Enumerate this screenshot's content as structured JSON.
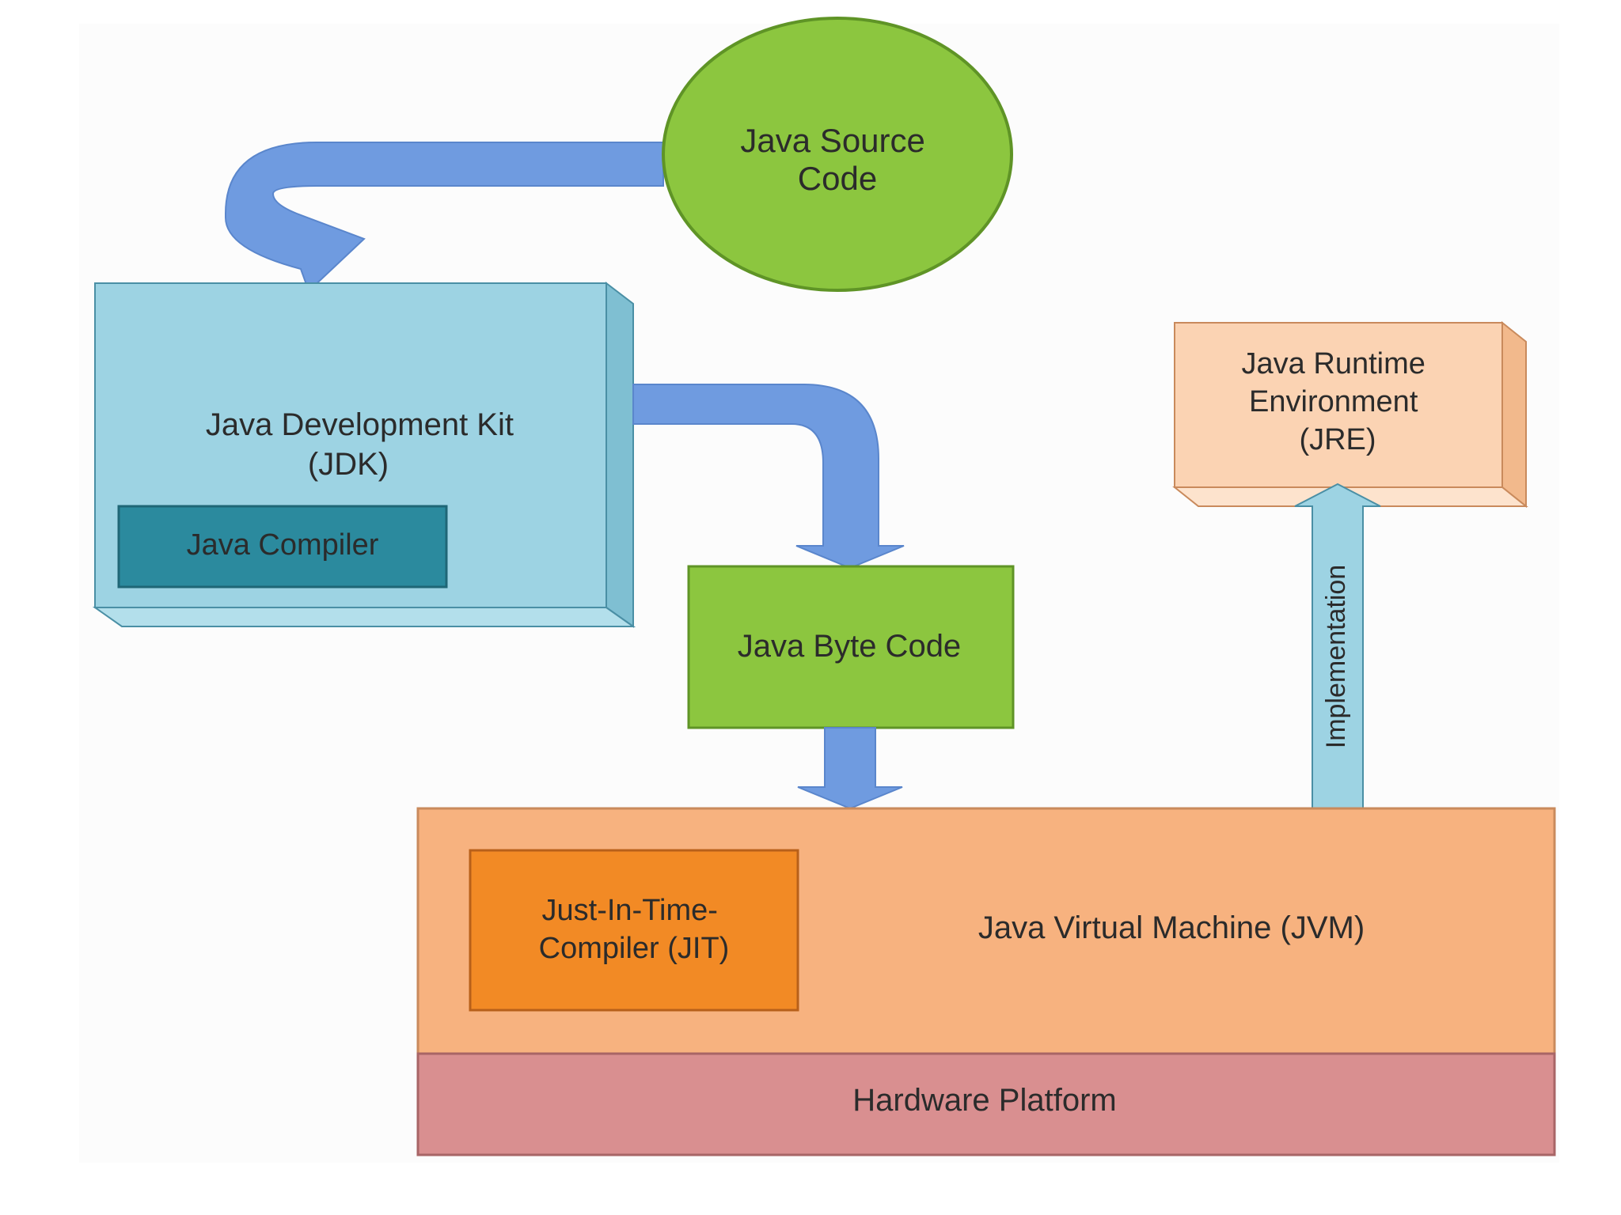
{
  "diagram": {
    "source": {
      "line1": "Java Source",
      "line2": "Code"
    },
    "jdk": {
      "line1": "Java Development Kit",
      "line2": "(JDK)"
    },
    "compiler": {
      "label": "Java Compiler"
    },
    "bytecode": {
      "label": "Java Byte Code"
    },
    "jre": {
      "line1": "Java Runtime",
      "line2": "Environment",
      "line3": "(JRE)"
    },
    "implementation": {
      "label": "Implementation"
    },
    "jit": {
      "line1": "Just-In-Time-",
      "line2": "Compiler (JIT)"
    },
    "jvm": {
      "label": "Java Virtual Machine (JVM)"
    },
    "hardware": {
      "label": "Hardware Platform"
    }
  },
  "colors": {
    "arrow": "#6f9be0",
    "source_circle": "#8cc63f",
    "jdk_box": "#9dd3e3",
    "compiler_box": "#2b8a9e",
    "bytecode_box": "#8cc63f",
    "jre_box": "#fbd3b3",
    "impl_arrow": "#9dd3e3",
    "jvm_box": "#f7b27f",
    "jit_box": "#f28a25",
    "hardware_box": "#d98f90"
  }
}
